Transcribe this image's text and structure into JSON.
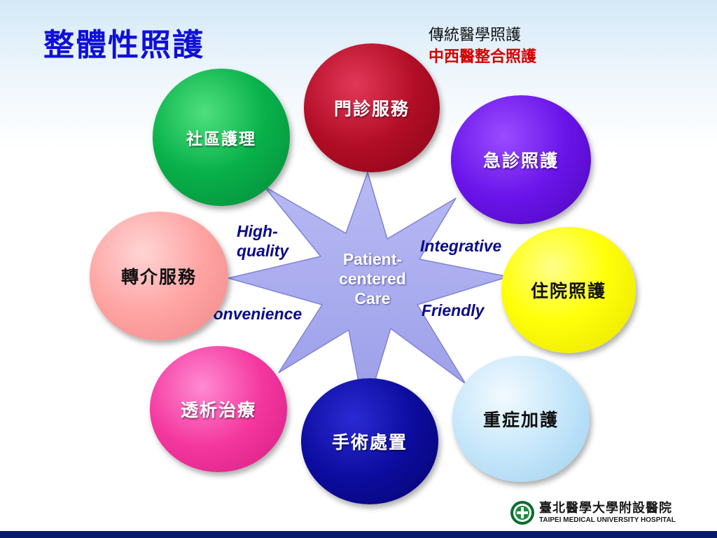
{
  "title": "整體性照護",
  "note": {
    "line1": "傳統醫學照護",
    "line2": "中西醫整合照護"
  },
  "center": {
    "line1": "Patient-",
    "line2": "centered",
    "line3": "Care"
  },
  "qualities": {
    "high_quality_1": "High-",
    "high_quality_2": "quality",
    "integrative": "Integrative",
    "convenience": "Convenience",
    "friendly": "Friendly"
  },
  "services": [
    {
      "label": "社區護理",
      "color": "#08b14a"
    },
    {
      "label": "門診服務",
      "color": "#b20d26"
    },
    {
      "label": "急診照護",
      "color": "#6a14ea"
    },
    {
      "label": "轉介服務",
      "color": "#ffa3a3"
    },
    {
      "label": "住院照護",
      "color": "#ffff0a"
    },
    {
      "label": "透析治療",
      "color": "#f4379e"
    },
    {
      "label": "手術處置",
      "color": "#0c0c9e"
    },
    {
      "label": "重症加護",
      "color": "#c5e6fa"
    }
  ],
  "logo": {
    "name_cn": "臺北醫學大學附設醫院",
    "name_en": "TAIPEI MEDICAL UNIVERSITY HOSPITAL"
  },
  "colors": {
    "title": "#1010d8",
    "accent_red": "#d40000",
    "star": "#a7a9ef",
    "quality_text": "#0a0a8a"
  }
}
